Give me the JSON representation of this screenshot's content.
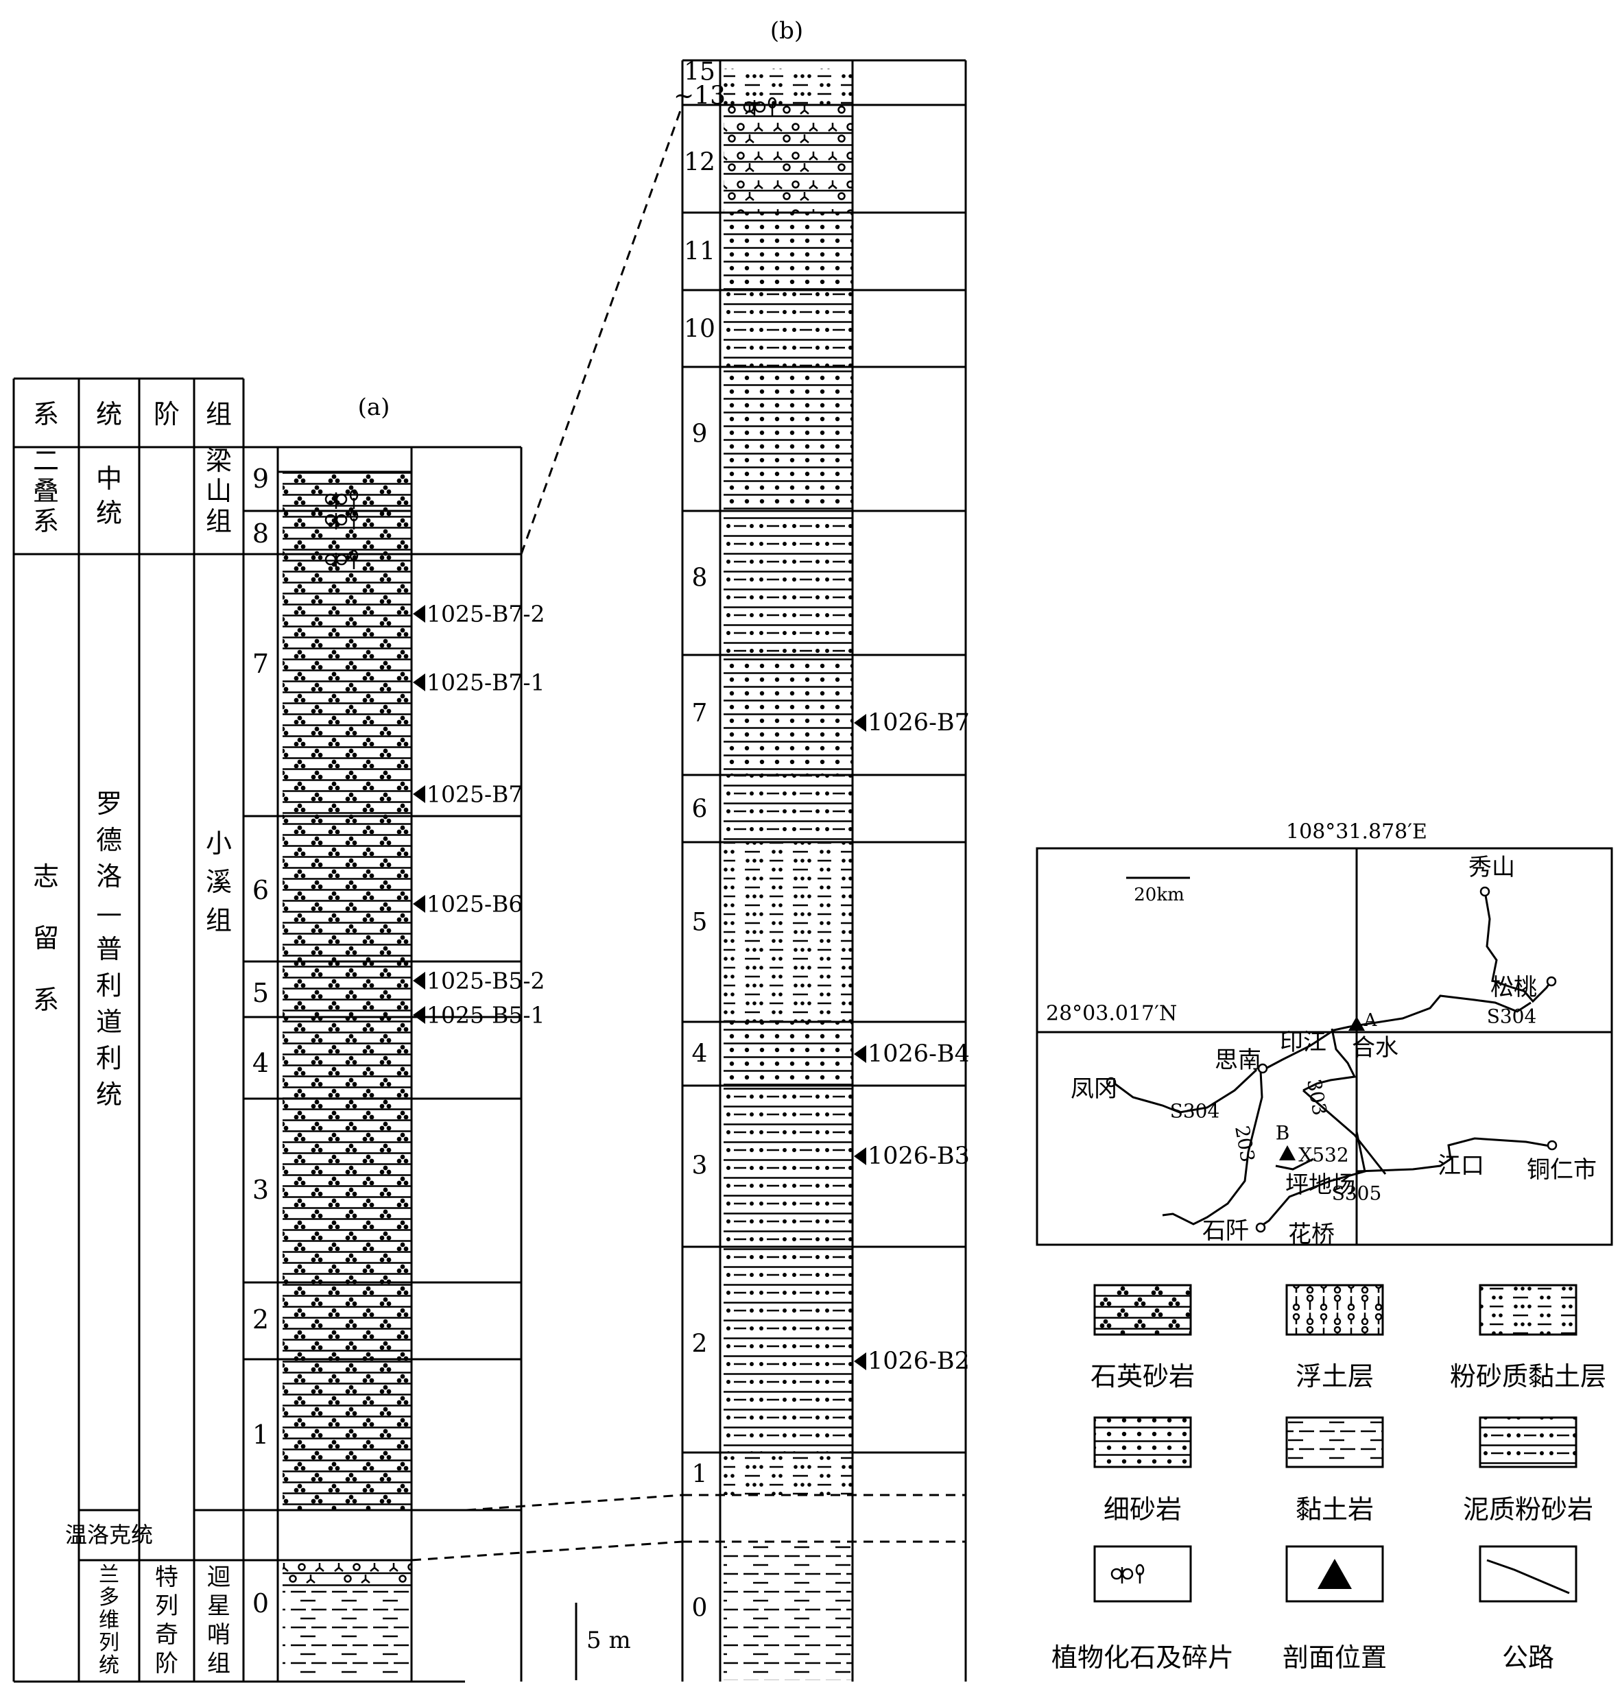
{
  "panel_a": {
    "label": "(a)",
    "headers": [
      "系",
      "统",
      "阶",
      "组"
    ],
    "system_permian": "二叠系",
    "series_middle": "中统",
    "formation_liangshan": "梁山组",
    "system_silurian": "志留系",
    "series_rhuddanian": "罗德洛—普利道利统",
    "formation_xiaoxi": "小溪组",
    "series_wenlock": "温洛克统",
    "series_llandovery": "兰多维列统",
    "stage_telychian": "特列奇阶",
    "formation_huixingshao": "迴星哨组",
    "layers": [
      "9",
      "8",
      "7",
      "6",
      "5",
      "4",
      "3",
      "2",
      "1",
      "0"
    ],
    "samples": [
      "1025-B7-2",
      "1025-B7-1",
      "1025-B7",
      "1025-B6",
      "1025-B5-2",
      "1025-B5-1"
    ],
    "scale_bar": "5 m"
  },
  "panel_b": {
    "label": "(b)",
    "layers": [
      "15",
      "~13",
      "12",
      "11",
      "10",
      "9",
      "8",
      "7",
      "6",
      "5",
      "4",
      "3",
      "2",
      "1",
      "0"
    ],
    "samples": [
      "1026-B7",
      "1026-B4",
      "1026-B3",
      "1026-B2"
    ]
  },
  "map": {
    "longitude": "108°31.878′E",
    "latitude": "28°03.017′N",
    "scale": "20km",
    "places": {
      "xiushan": "秀山",
      "songtao": "松桃",
      "sinan": "思南",
      "yinjiang": "印江",
      "heshui": "合水",
      "fenggang": "凤冈",
      "jiangkou": "江口",
      "tongren": "铜仁市",
      "pingdichang": "坪地场",
      "shiqian": "石阡",
      "huaqiao": "花桥"
    },
    "roads": {
      "s304_east": "S304",
      "s304_west": "S304",
      "r303": "303",
      "r203": "203",
      "x532": "X532",
      "s305": "S305"
    },
    "markers": {
      "a": "A",
      "b": "B"
    }
  },
  "legend": [
    {
      "key": "quartz_sandstone",
      "label": "石英砂岩"
    },
    {
      "key": "topsoil",
      "label": "浮土层"
    },
    {
      "key": "silty_clay",
      "label": "粉砂质黏土层"
    },
    {
      "key": "fine_sandstone",
      "label": "细砂岩"
    },
    {
      "key": "claystone",
      "label": "黏土岩"
    },
    {
      "key": "argillaceous_siltstone",
      "label": "泥质粉砂岩"
    },
    {
      "key": "plant_fossil",
      "label": "植物化石及碎片"
    },
    {
      "key": "section_location",
      "label": "剖面位置"
    },
    {
      "key": "road",
      "label": "公路"
    }
  ]
}
